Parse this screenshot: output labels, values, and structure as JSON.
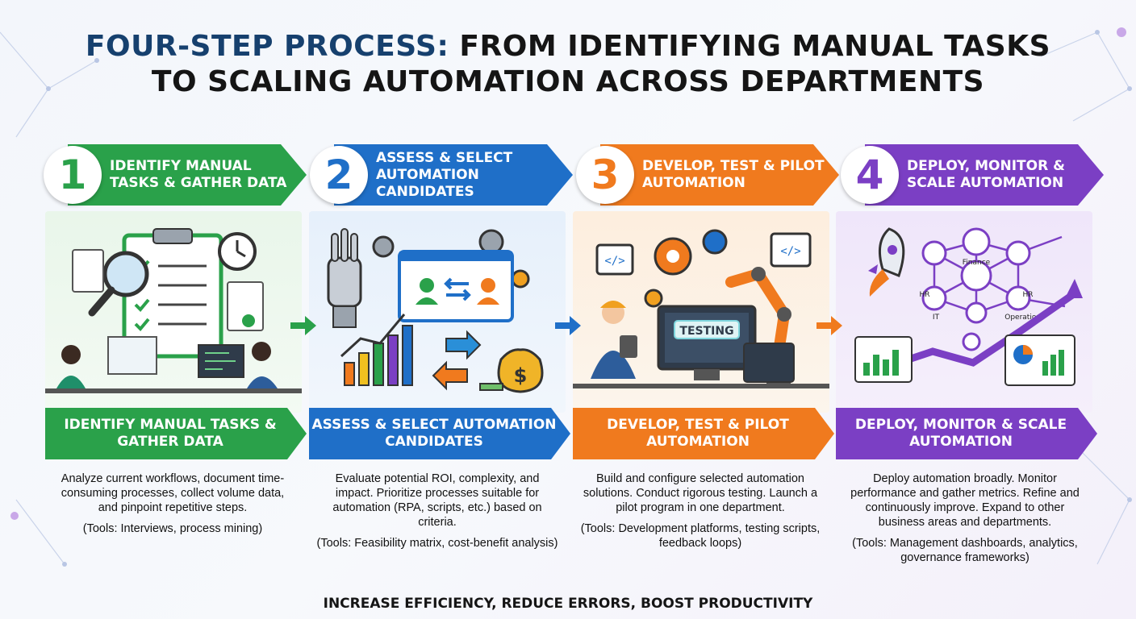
{
  "title": {
    "accent": "FOUR-STEP PROCESS:",
    "rest_line1": "FROM IDENTIFYING MANUAL TASKS",
    "line2": "TO SCALING AUTOMATION ACROSS DEPARTMENTS"
  },
  "steps": [
    {
      "number": "1",
      "banner_title": "IDENTIFY MANUAL TASKS & GATHER DATA",
      "lower_title": "IDENTIFY MANUAL TASKS & GATHER DATA",
      "description": "Analyze current workflows, document time-consuming processes, collect volume data, and pinpoint repetitive steps.",
      "tools": "(Tools: Interviews, process mining)",
      "color": "#2aa14a"
    },
    {
      "number": "2",
      "banner_title": "ASSESS & SELECT AUTOMATION CANDIDATES",
      "lower_title": "ASSESS & SELECT AUTOMATION CANDIDATES",
      "description": "Evaluate potential ROI, complexity, and impact. Prioritize processes suitable for automation (RPA, scripts, etc.) based on criteria.",
      "tools": "(Tools: Feasibility matrix, cost-benefit analysis)",
      "color": "#1f6fc8"
    },
    {
      "number": "3",
      "banner_title": "DEVELOP, TEST & PILOT AUTOMATION",
      "lower_title": "DEVELOP, TEST & PILOT AUTOMATION",
      "description": "Build and configure selected automation solutions. Conduct rigorous testing. Launch a pilot program in one department.",
      "tools": "(Tools: Development platforms, testing scripts, feedback loops)",
      "color": "#f07a1e"
    },
    {
      "number": "4",
      "banner_title": "DEPLOY, MONITOR & SCALE AUTOMATION",
      "lower_title": "DEPLOY, MONITOR & SCALE AUTOMATION",
      "description": "Deploy automation broadly. Monitor performance and gather metrics. Refine and continuously improve. Expand to other business areas and departments.",
      "tools": "(Tools: Management dashboards, analytics, governance frameworks)",
      "color": "#7b3fc4"
    }
  ],
  "illustration_labels": {
    "testing": "TESTING",
    "finance": "Finance",
    "hr_left": "HR",
    "hr_right": "HR",
    "it": "IT",
    "operations": "Operations",
    "currency": "$"
  },
  "icons": [
    "magnifier-icon",
    "clipboard-icon",
    "clock-icon",
    "robot-hand-icon",
    "gear-icon",
    "money-bag-icon",
    "code-icon",
    "robot-arm-icon",
    "rocket-icon",
    "network-icon"
  ],
  "footer": "INCREASE EFFICIENCY, REDUCE ERRORS, BOOST PRODUCTIVITY"
}
